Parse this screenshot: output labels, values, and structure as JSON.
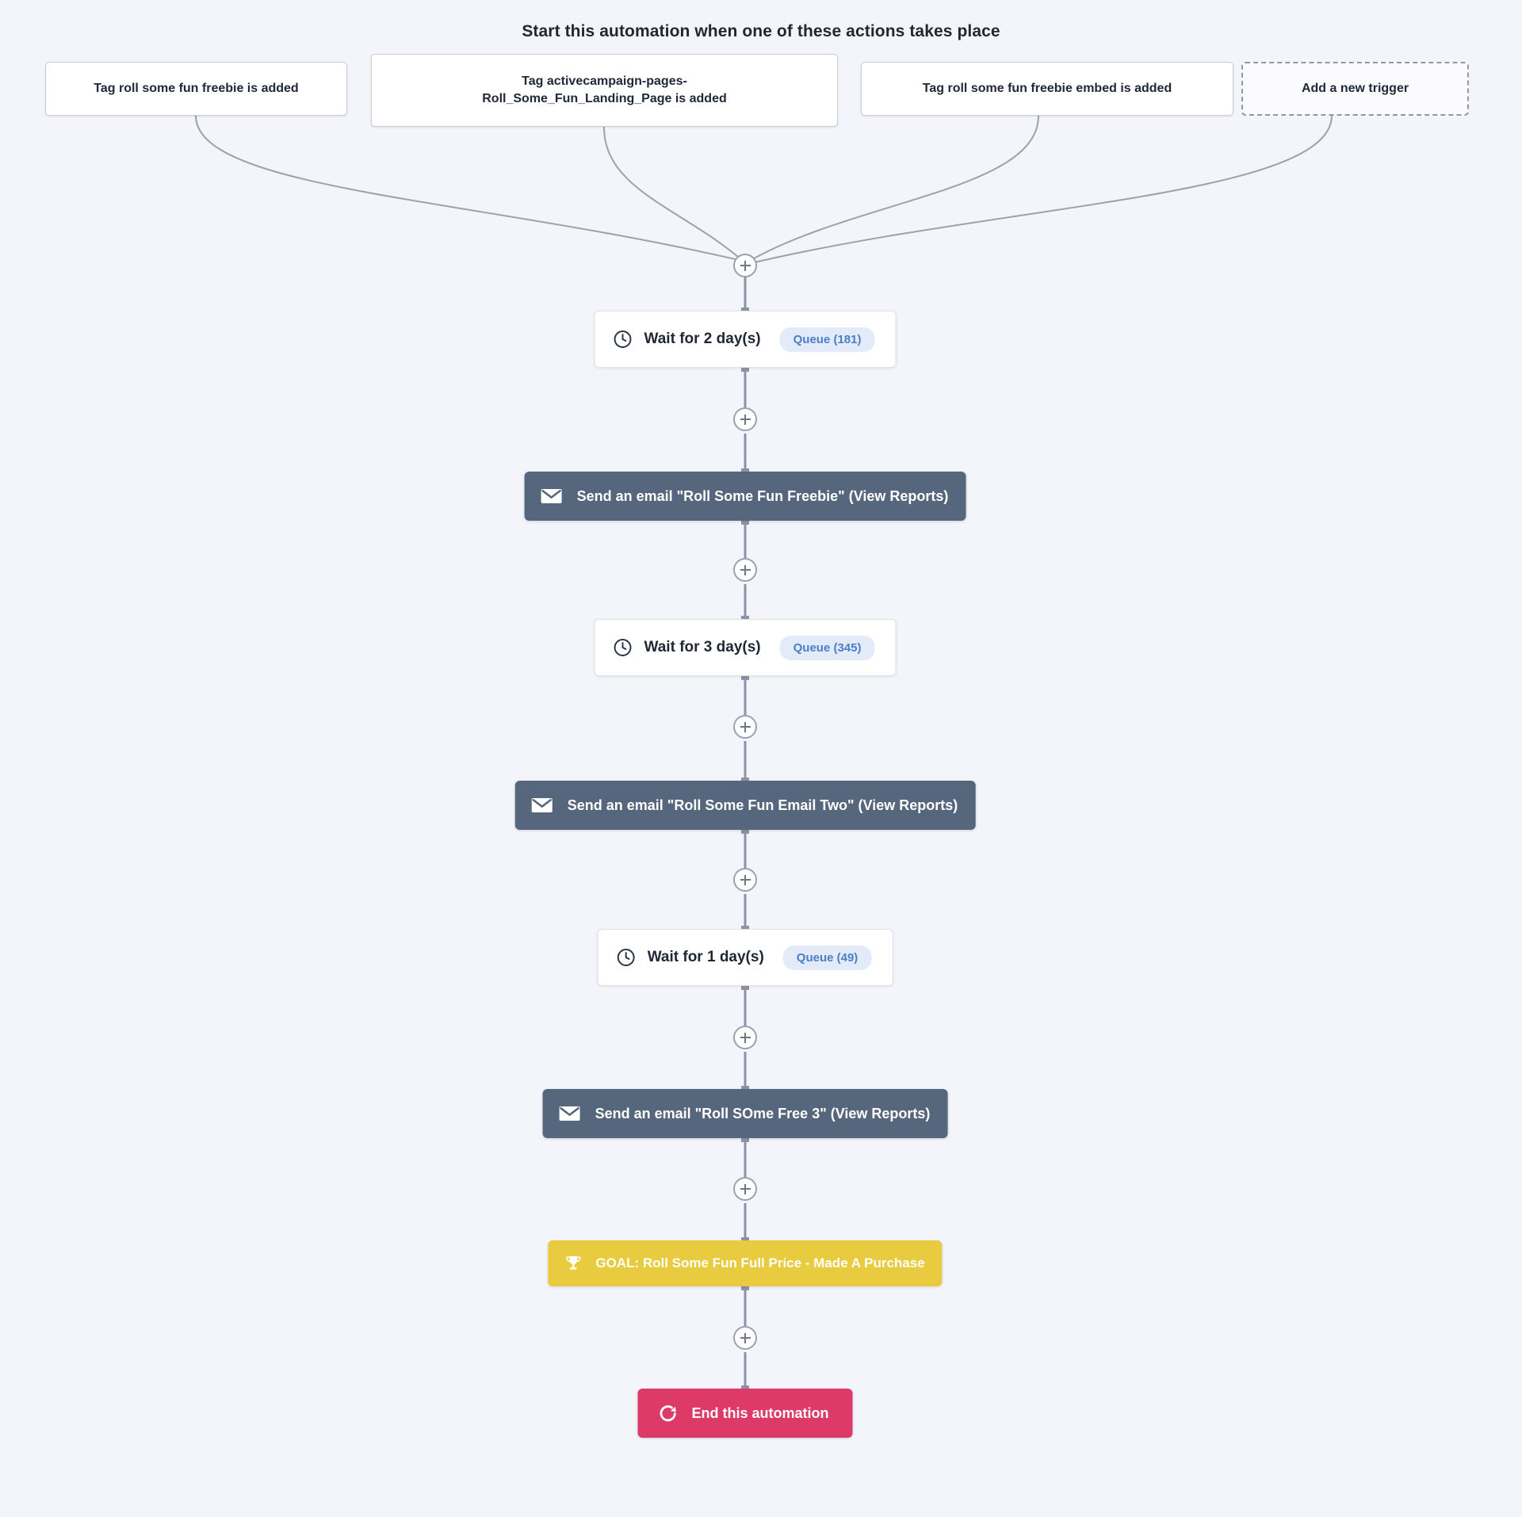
{
  "header": {
    "title": "Start this automation when one of these actions takes place"
  },
  "triggers": [
    {
      "label": "Tag roll some fun freebie is added",
      "icon": "tag-icon",
      "style": "solid"
    },
    {
      "label": "Tag activecampaign-pages-Roll_Some_Fun_Landing_Page is added",
      "line1": "Tag activecampaign-pages-",
      "line2": "Roll_Some_Fun_Landing_Page is added",
      "icon": "tag-icon",
      "style": "solid"
    },
    {
      "label": "Tag roll some fun freebie embed is added",
      "icon": "tag-icon",
      "style": "solid"
    },
    {
      "label": "Add a new trigger",
      "icon": "plus-icon",
      "style": "dashed"
    }
  ],
  "add_step_label": "+",
  "steps": [
    {
      "type": "wait",
      "icon": "clock-icon",
      "label": "Wait for 2 day(s)",
      "badge": "Queue (181)"
    },
    {
      "type": "email",
      "icon": "mail-icon",
      "label": "Send an email \"Roll Some Fun Freebie\" (View Reports)"
    },
    {
      "type": "wait",
      "icon": "clock-icon",
      "label": "Wait for 3 day(s)",
      "badge": "Queue (345)"
    },
    {
      "type": "email",
      "icon": "mail-icon",
      "label": "Send an email \"Roll Some Fun Email Two\" (View Reports)"
    },
    {
      "type": "wait",
      "icon": "clock-icon",
      "label": "Wait for 1 day(s)",
      "badge": "Queue (49)"
    },
    {
      "type": "email",
      "icon": "mail-icon",
      "label": "Send an email \"Roll SOme Free 3\" (View Reports)"
    },
    {
      "type": "goal",
      "icon": "trophy-icon",
      "label": "GOAL: Roll Some Fun Full Price - Made A Purchase"
    },
    {
      "type": "end",
      "icon": "end-automation-icon",
      "label": "End this automation"
    }
  ],
  "colors": {
    "canvas_background": "#f4f5fa",
    "email_node": "#56677d",
    "goal_node": "#e8cb3f",
    "end_node": "#dd3a68",
    "queue_badge_background": "#e3eaf8",
    "queue_badge_text": "#4a7fc8",
    "connector_line": "#9aa1b0",
    "trigger_border": "#c9cedb"
  }
}
